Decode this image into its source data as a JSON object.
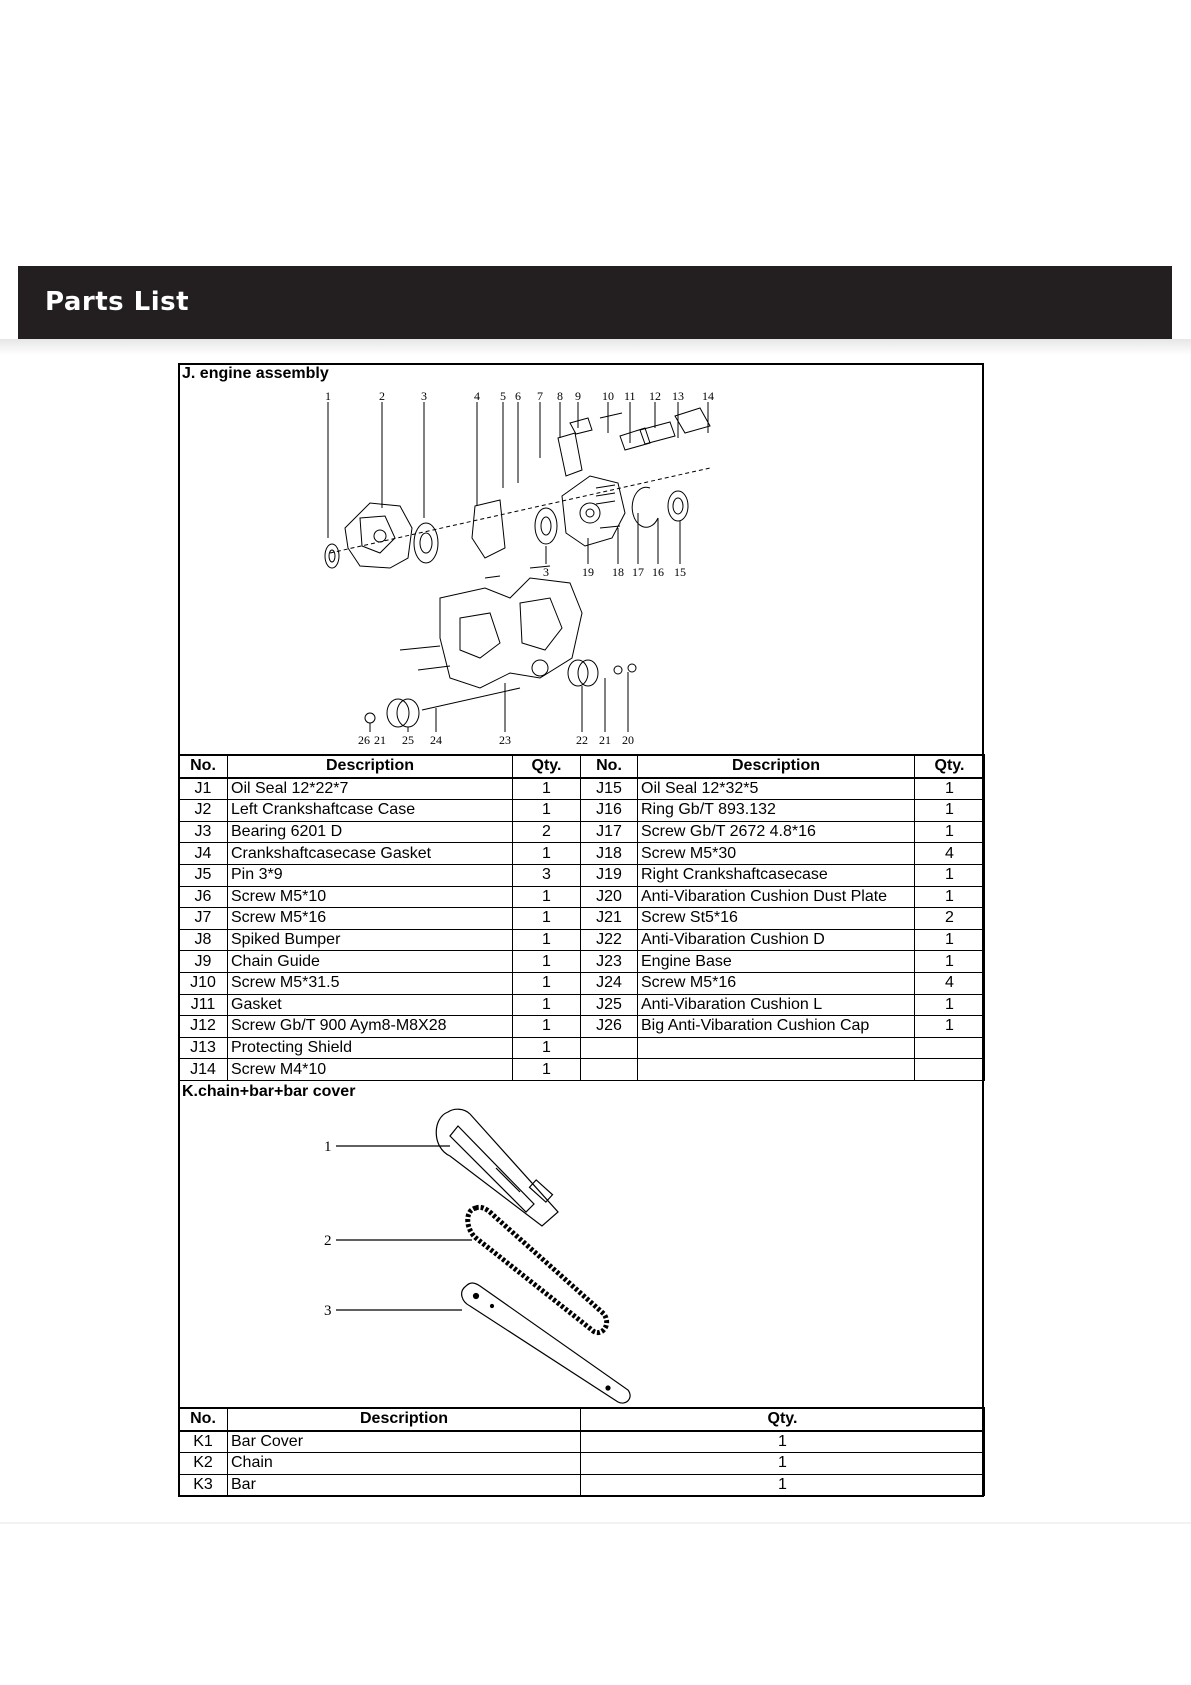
{
  "header": {
    "title": "Parts List"
  },
  "section_j": {
    "title": "J. engine assembly",
    "callouts_top": [
      "1",
      "2",
      "3",
      "4",
      "5",
      "6",
      "7",
      "8",
      "9",
      "10",
      "11",
      "12",
      "13",
      "14"
    ],
    "callouts_mid": [
      "3",
      "19",
      "18",
      "17",
      "16",
      "15"
    ],
    "callouts_bottom": [
      "26",
      "21",
      "25",
      "24",
      "23",
      "22",
      "21",
      "20"
    ],
    "headers": {
      "no": "No.",
      "description": "Description",
      "qty": "Qty."
    },
    "rows": [
      {
        "left": {
          "no": "J1",
          "desc": "Oil Seal 12*22*7",
          "qty": "1"
        },
        "right": {
          "no": "J15",
          "desc": "Oil Seal 12*32*5",
          "qty": "1"
        }
      },
      {
        "left": {
          "no": "J2",
          "desc": "Left Crankshaftcase Case",
          "qty": "1"
        },
        "right": {
          "no": "J16",
          "desc": "Ring Gb/T 893.132",
          "qty": "1"
        }
      },
      {
        "left": {
          "no": "J3",
          "desc": "Bearing 6201 D",
          "qty": "2"
        },
        "right": {
          "no": "J17",
          "desc": "Screw Gb/T 2672 4.8*16",
          "qty": "1"
        }
      },
      {
        "left": {
          "no": "J4",
          "desc": "Crankshaftcasecase Gasket",
          "qty": "1"
        },
        "right": {
          "no": "J18",
          "desc": "Screw M5*30",
          "qty": "4"
        }
      },
      {
        "left": {
          "no": "J5",
          "desc": "Pin 3*9",
          "qty": "3"
        },
        "right": {
          "no": "J19",
          "desc": "Right Crankshaftcasecase",
          "qty": "1"
        }
      },
      {
        "left": {
          "no": "J6",
          "desc": "Screw M5*10",
          "qty": "1"
        },
        "right": {
          "no": "J20",
          "desc": "Anti-Vibaration Cushion Dust Plate",
          "qty": "1"
        }
      },
      {
        "left": {
          "no": "J7",
          "desc": "Screw M5*16",
          "qty": "1"
        },
        "right": {
          "no": "J21",
          "desc": "Screw St5*16",
          "qty": "2"
        }
      },
      {
        "left": {
          "no": "J8",
          "desc": "Spiked Bumper",
          "qty": "1"
        },
        "right": {
          "no": "J22",
          "desc": "Anti-Vibaration Cushion D",
          "qty": "1"
        }
      },
      {
        "left": {
          "no": "J9",
          "desc": "Chain Guide",
          "qty": "1"
        },
        "right": {
          "no": "J23",
          "desc": "Engine Base",
          "qty": "1"
        }
      },
      {
        "left": {
          "no": "J10",
          "desc": "Screw M5*31.5",
          "qty": "1"
        },
        "right": {
          "no": "J24",
          "desc": "Screw M5*16",
          "qty": "4"
        }
      },
      {
        "left": {
          "no": "J11",
          "desc": "Gasket",
          "qty": "1"
        },
        "right": {
          "no": "J25",
          "desc": "Anti-Vibaration Cushion L",
          "qty": "1"
        }
      },
      {
        "left": {
          "no": "J12",
          "desc": "Screw Gb/T 900 Aym8-M8X28",
          "qty": "1"
        },
        "right": {
          "no": "J26",
          "desc": "Big Anti-Vibaration Cushion Cap",
          "qty": "1"
        }
      },
      {
        "left": {
          "no": "J13",
          "desc": "Protecting Shield",
          "qty": "1"
        },
        "right": {
          "no": "",
          "desc": "",
          "qty": ""
        }
      },
      {
        "left": {
          "no": "J14",
          "desc": "Screw M4*10",
          "qty": "1"
        },
        "right": {
          "no": "",
          "desc": "",
          "qty": ""
        }
      }
    ]
  },
  "section_k": {
    "title": "K.chain+bar+bar cover",
    "callouts": [
      "1",
      "2",
      "3"
    ],
    "headers": {
      "no": "No.",
      "description": "Description",
      "qty": "Qty."
    },
    "rows": [
      {
        "no": "K1",
        "desc": "Bar Cover",
        "qty": "1"
      },
      {
        "no": "K2",
        "desc": "Chain",
        "qty": "1"
      },
      {
        "no": "K3",
        "desc": "Bar",
        "qty": "1"
      }
    ]
  }
}
